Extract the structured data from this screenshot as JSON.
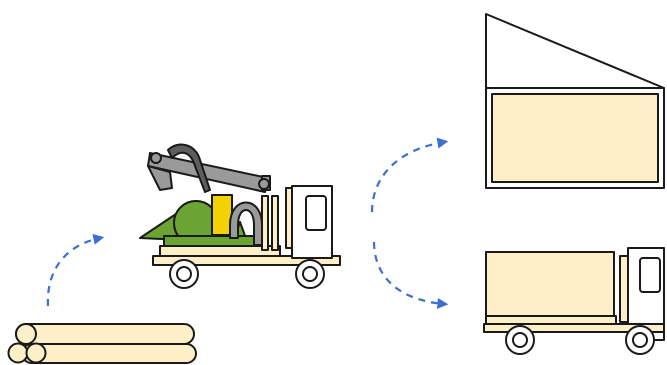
{
  "colors": {
    "outline": "#1a1a1a",
    "wood": "#fdefc8",
    "chipper_green": "#6aa534",
    "chipper_yellow": "#f2d200",
    "crane_gray": "#9a9a9a",
    "crane_dark": "#5e5e5e",
    "arrow_blue": "#3b6fd1",
    "white": "#ffffff"
  },
  "nodes": [
    {
      "id": "logs",
      "icon": "log-pile-icon"
    },
    {
      "id": "chipper_truck",
      "icon": "chipper-truck-icon"
    },
    {
      "id": "storage_shed",
      "icon": "storage-shed-icon"
    },
    {
      "id": "transport_truck",
      "icon": "transport-truck-icon"
    }
  ],
  "edges": [
    {
      "from": "logs",
      "to": "chipper_truck",
      "style": "dashed-curved-arrow"
    },
    {
      "from": "chipper_truck",
      "to": "storage_shed",
      "style": "dashed-curved-arrow"
    },
    {
      "from": "chipper_truck",
      "to": "transport_truck",
      "style": "dashed-curved-arrow"
    }
  ]
}
